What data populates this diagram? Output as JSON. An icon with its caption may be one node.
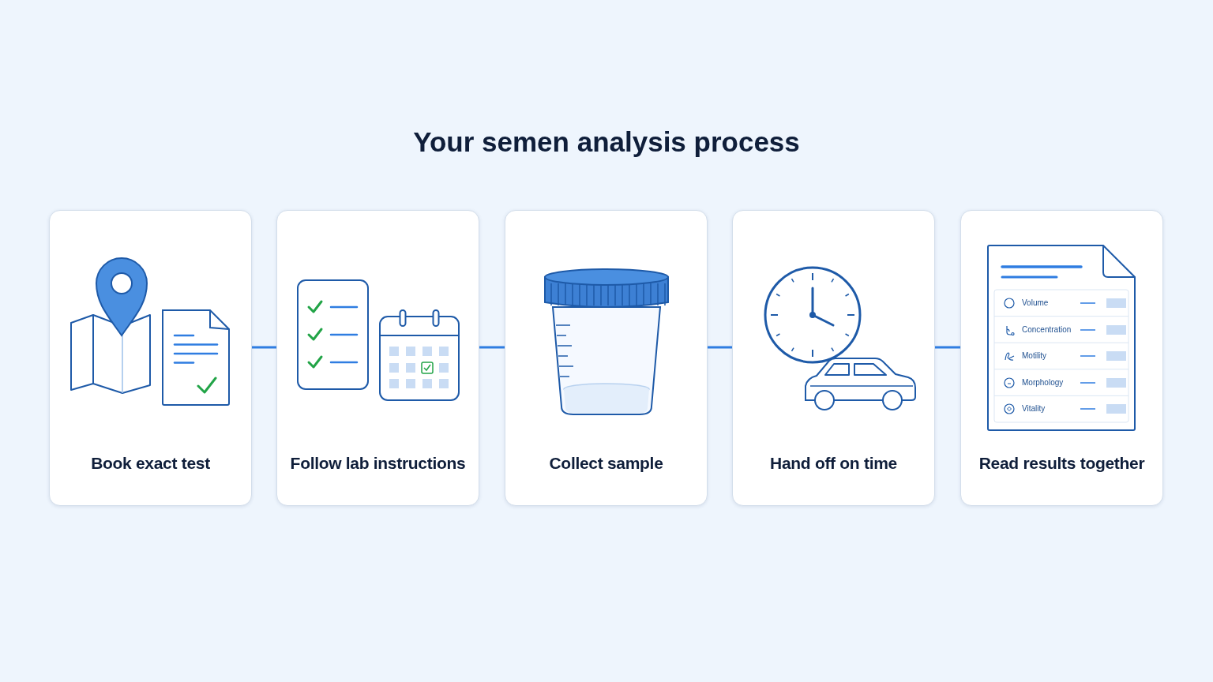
{
  "diagram": {
    "title": "Your semen analysis process",
    "nodes": [
      {
        "text": [
          "Book exact test"
        ]
      },
      {
        "text": [
          "Follow lab instructions"
        ]
      },
      {
        "text": [
          "Collect sample"
        ]
      },
      {
        "text": [
          "Hand off on time"
        ]
      },
      {
        "text": [
          "Read results together"
        ]
      }
    ],
    "edges": [
      {
        "from": 0,
        "to": 1,
        "arrow": "none"
      },
      {
        "from": 1,
        "to": 2,
        "arrow": "none"
      },
      {
        "from": 2,
        "to": 3,
        "arrow": "none"
      },
      {
        "from": 3,
        "to": 4,
        "arrow": "none"
      }
    ],
    "labels": [
      "Volume",
      "Concentration",
      "Motility",
      "Morphology",
      "Vitality"
    ]
  }
}
